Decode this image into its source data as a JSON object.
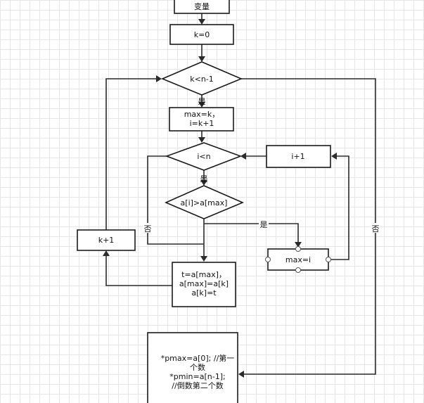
{
  "nodes": {
    "var_decl": {
      "lines": [
        "变量"
      ]
    },
    "k_init": {
      "lines": [
        "k=0"
      ]
    },
    "k_cond": {
      "lines": [
        "k<n-1"
      ]
    },
    "max_init": {
      "lines": [
        "max=k，",
        "i=k+1"
      ]
    },
    "i_cond": {
      "lines": [
        "i<n"
      ]
    },
    "i_inc": {
      "lines": [
        "i+1"
      ]
    },
    "cmp_cond": {
      "lines": [
        "a[i]>a[max]"
      ]
    },
    "max_assign": {
      "lines": [
        "max=i"
      ]
    },
    "k_inc": {
      "lines": [
        "k+1"
      ]
    },
    "swap": {
      "lines": [
        "t=a[max]，",
        "a[max]=a[k]",
        "a[k]=t"
      ]
    },
    "result": {
      "lines": [
        "*pmax=a[0]; //第一",
        "个数",
        "*pmin=a[n-1];",
        "//倒数第二个数"
      ]
    }
  },
  "edge_labels": {
    "k_cond_yes": "是",
    "i_cond_yes": "是",
    "cmp_yes": "是",
    "cmp_no": "否",
    "k_cond_no": "否"
  }
}
